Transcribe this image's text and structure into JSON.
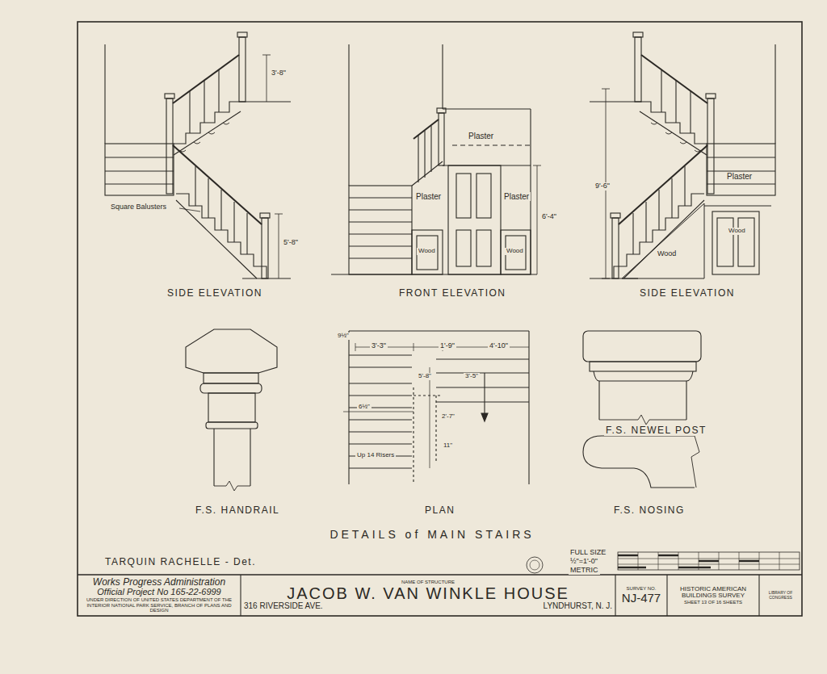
{
  "diagram": {
    "title": "DETAILS of MAIN STAIRS",
    "nodes": [
      {
        "text": [
          "Works Progress Administration",
          "Official Project No 165-22-6999",
          "UNDER DIRECTION OF UNITED STATES DEPARTMENT OF THE INTERIOR NATIONAL PARK SERVICE, BRANCH OF PLANS AND DESIGN"
        ]
      },
      {
        "text": [
          "NAME OF STRUCTURE",
          "JACOB W. VAN WINKLE HOUSE",
          "316 RIVERSIDE AVE.",
          "LYNDHURST, N. J."
        ]
      },
      {
        "text": [
          "SURVEY NO.",
          "NJ-477"
        ]
      },
      {
        "text": [
          "HISTORIC AMERICAN BUILDINGS SURVEY",
          "SHEET 13 OF 16 SHEETS"
        ]
      },
      {
        "text": [
          "LIBRARY OF CONGRESS"
        ]
      }
    ],
    "labels": [
      "SIDE ELEVATION",
      "FRONT ELEVATION",
      "SIDE ELEVATION",
      "F.S. HANDRAIL",
      "PLAN",
      "F.S. NEWEL POST",
      "F.S. NOSING",
      "3'-8\"",
      "Square Balusters",
      "5'-8\"",
      "Plaster",
      "Plaster",
      "Plaster",
      "Wood",
      "Wood",
      "6'-4\"",
      "9'-6\"",
      "Plaster",
      "Wood",
      "Wood",
      "3'-3\"",
      "1'-9\"",
      "4'-10\"",
      "9½\"",
      "5'-8\"",
      "3'-5\"",
      "6½\"",
      "Up 14 Risers",
      "2'-7\"",
      "11\"",
      "TARQUIN RACHELLE - Det.",
      "FULL SIZE",
      "½\"=1'-0\"",
      "METRIC"
    ]
  }
}
